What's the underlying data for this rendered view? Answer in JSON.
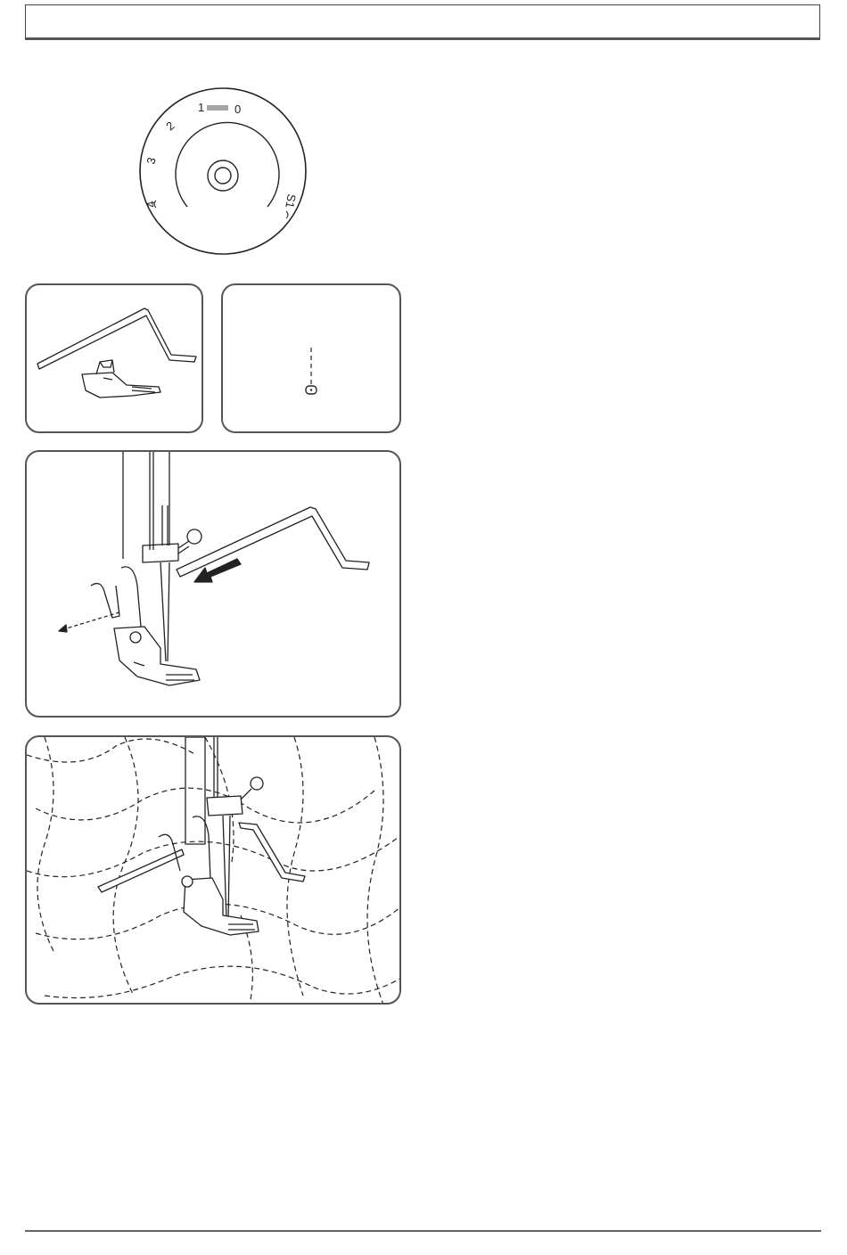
{
  "dial": {
    "labels": [
      "1",
      "0",
      "2",
      "3",
      "4",
      "S1"
    ],
    "stitch_length_selected": "S1"
  },
  "figures": [
    {
      "name": "quilting-guide-and-foot"
    },
    {
      "name": "straight-stitch-symbol"
    },
    {
      "name": "inserting-quilting-guide"
    },
    {
      "name": "quilting-with-guide"
    }
  ]
}
